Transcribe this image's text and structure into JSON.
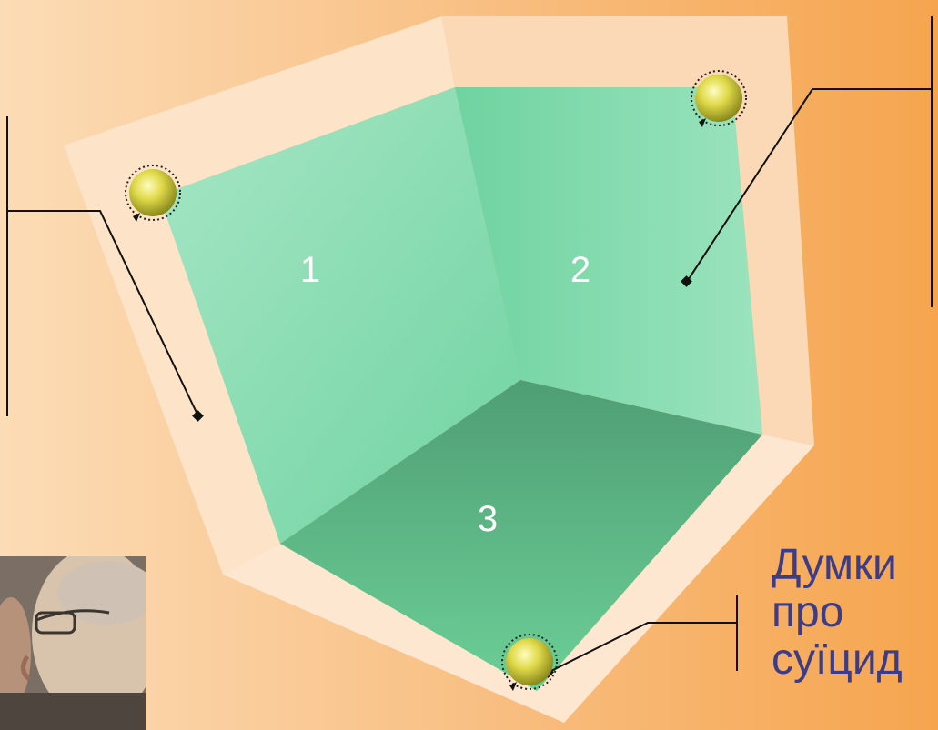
{
  "diagram": {
    "faces": [
      {
        "label": "1"
      },
      {
        "label": "2"
      },
      {
        "label": "3"
      }
    ],
    "callout_text_lines": [
      "Думки",
      "про",
      "суїцид"
    ]
  },
  "colors": {
    "background_left": "#fcdcb6",
    "background_right": "#f6a54e",
    "frame": "#fde7d0",
    "face_left": "#8ddcb3",
    "face_right": "#7ad6a8",
    "face_floor": "#5aaf83",
    "bead": "#d7d23f",
    "callout_text": "#3c3c88"
  },
  "icons": [
    "bead-icon",
    "photo-image"
  ]
}
